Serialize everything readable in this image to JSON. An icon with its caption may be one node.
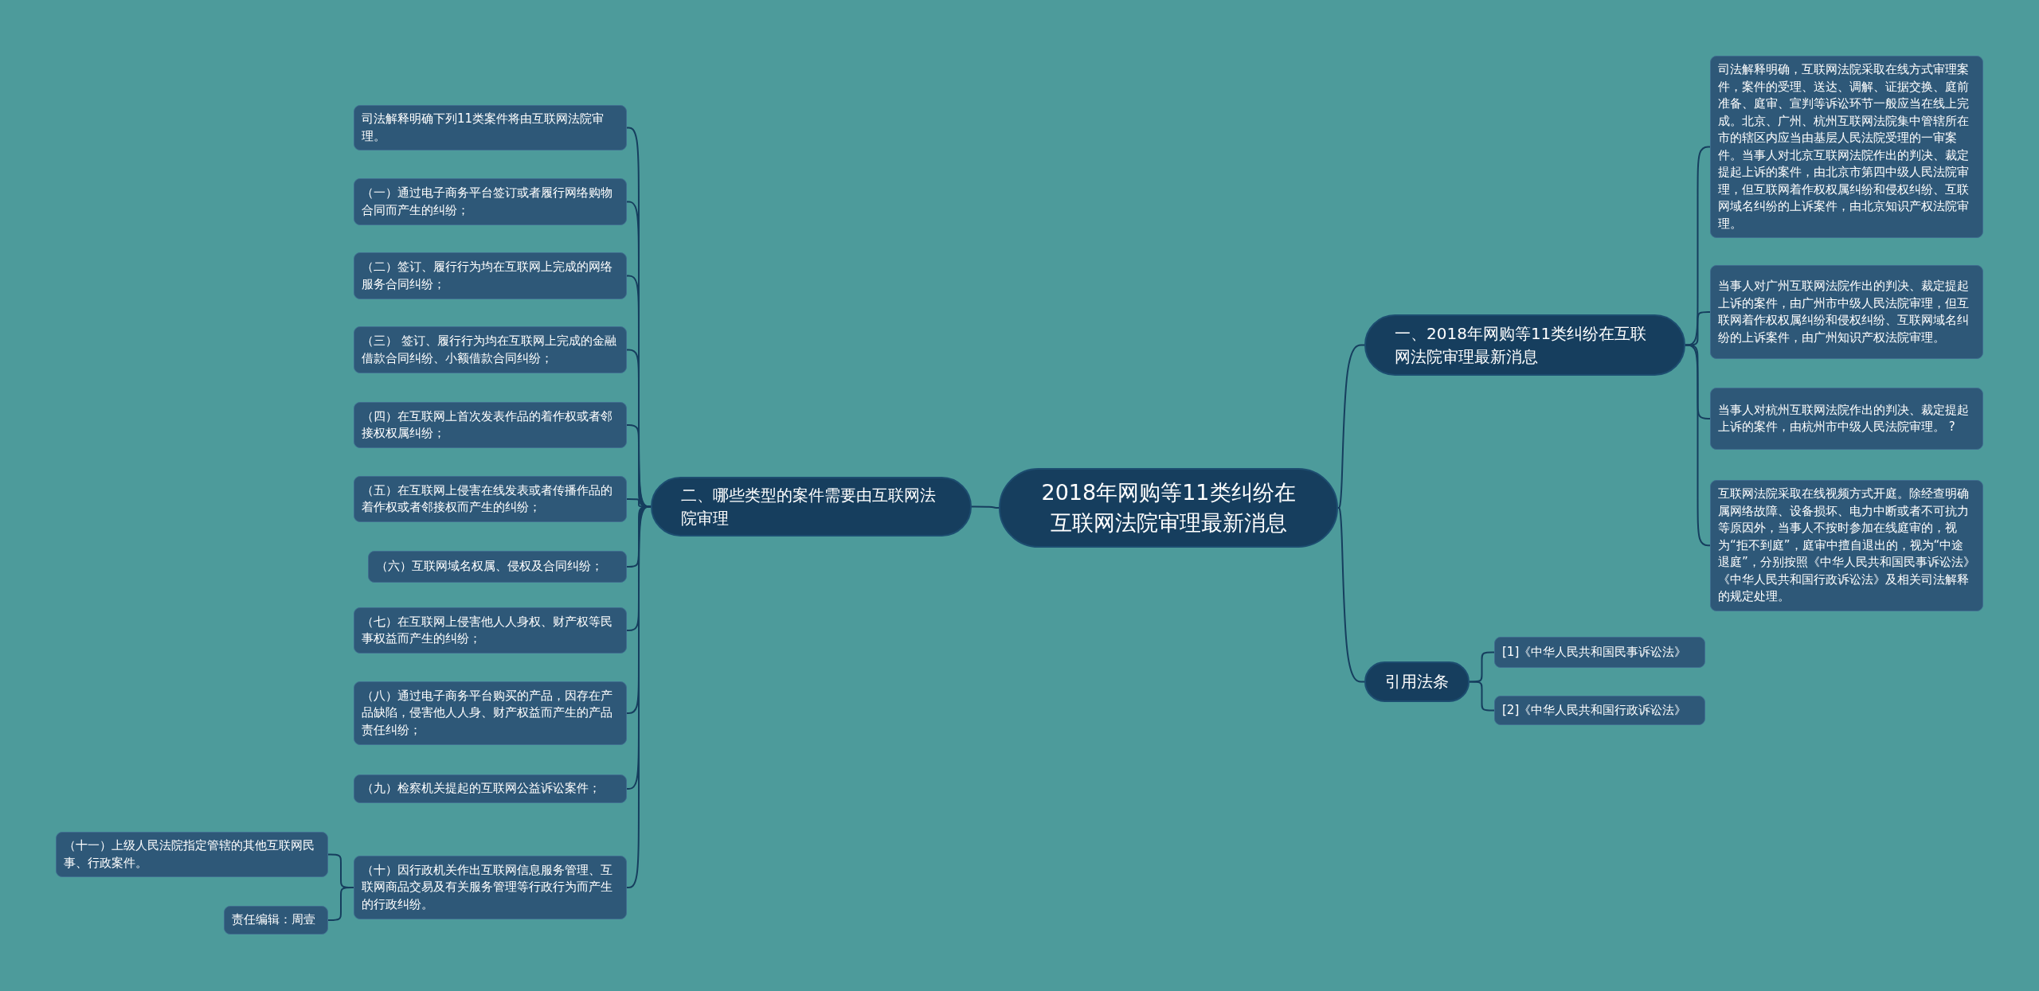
{
  "diagram": {
    "nodes": [
      {
        "text": [
          "2018年网购等11类纠纷在互联网法院审理最新消息"
        ]
      },
      {
        "text": [
          "一、2018年网购等11类纠纷在互联网法院审理最新消息"
        ]
      },
      {
        "text": [
          "司法解释明确，互联网法院采取在线方式审理案件，案件的受理、送达、调解、证据交换、庭前准备、庭审、宣判等诉讼环节一般应当在线上完成。北京、广州、杭州互联网法院集中管辖所在市的辖区内应当由基层人民法院受理的一审案件。当事人对北京互联网法院作出的判决、裁定提起上诉的案件，由北京市第四中级人民法院审理，但互联网着作权权属纠纷和侵权纠纷、互联网域名纠纷的上诉案件，由北京知识产权法院审理。"
        ]
      },
      {
        "text": [
          "当事人对广州互联网法院作出的判决、裁定提起上诉的案件，由广州市中级人民法院审理，但互联网着作权权属纠纷和侵权纠纷、互联网域名纠纷的上诉案件，由广州知识产权法院审理。"
        ]
      },
      {
        "text": [
          "当事人对杭州互联网法院作出的判决、裁定提起上诉的案件，由杭州市中级人民法院审理。 ?"
        ]
      },
      {
        "text": [
          "互联网法院采取在线视频方式开庭。除经查明确属网络故障、设备损坏、电力中断或者不可抗力等原因外，当事人不按时参加在线庭审的，视为“拒不到庭”，庭审中擅自退出的，视为“中途退庭”，分别按照《中华人民共和国民事诉讼法》《中华人民共和国行政诉讼法》及相关司法解释的规定处理。"
        ]
      },
      {
        "text": [
          "引用法条"
        ]
      },
      {
        "text": [
          "[1]《中华人民共和国民事诉讼法》"
        ]
      },
      {
        "text": [
          "[2]《中华人民共和国行政诉讼法》"
        ]
      },
      {
        "text": [
          "二、哪些类型的案件需要由互联网法院审理"
        ]
      },
      {
        "text": [
          "司法解释明确下列11类案件将由互联网法院审理。"
        ]
      },
      {
        "text": [
          "（一）通过电子商务平台签订或者履行网络购物合同而产生的纠纷；"
        ]
      },
      {
        "text": [
          "（二）签订、履行行为均在互联网上完成的网络服务合同纠纷；"
        ]
      },
      {
        "text": [
          "（三） 签订、履行行为均在互联网上完成的金融借款合同纠纷、小额借款合同纠纷；"
        ]
      },
      {
        "text": [
          "（四）在互联网上首次发表作品的着作权或者邻接权权属纠纷；"
        ]
      },
      {
        "text": [
          "（五）在互联网上侵害在线发表或者传播作品的着作权或者邻接权而产生的纠纷；"
        ]
      },
      {
        "text": [
          "（六）互联网域名权属、侵权及合同纠纷；"
        ]
      },
      {
        "text": [
          "（七）在互联网上侵害他人人身权、财产权等民事权益而产生的纠纷；"
        ]
      },
      {
        "text": [
          "（八）通过电子商务平台购买的产品，因存在产品缺陷，侵害他人人身、财产权益而产生的产品责任纠纷；"
        ]
      },
      {
        "text": [
          "（九）检察机关提起的互联网公益诉讼案件；"
        ]
      },
      {
        "text": [
          "（十）因行政机关作出互联网信息服务管理、互联网商品交易及有关服务管理等行政行为而产生的行政纠纷。"
        ]
      },
      {
        "text": [
          "（十一）上级人民法院指定管辖的其他互联网民事、行政案件。"
        ]
      },
      {
        "text": [
          "责任编辑：周壹"
        ]
      }
    ],
    "edges": [
      {
        "from": 0,
        "to": 1,
        "arrow": "none"
      },
      {
        "from": 1,
        "to": 2,
        "arrow": "none"
      },
      {
        "from": 1,
        "to": 3,
        "arrow": "none"
      },
      {
        "from": 1,
        "to": 4,
        "arrow": "none"
      },
      {
        "from": 1,
        "to": 5,
        "arrow": "none"
      },
      {
        "from": 0,
        "to": 6,
        "arrow": "none"
      },
      {
        "from": 6,
        "to": 7,
        "arrow": "none"
      },
      {
        "from": 6,
        "to": 8,
        "arrow": "none"
      },
      {
        "from": 0,
        "to": 9,
        "arrow": "none"
      },
      {
        "from": 9,
        "to": 10,
        "arrow": "none"
      },
      {
        "from": 9,
        "to": 11,
        "arrow": "none"
      },
      {
        "from": 9,
        "to": 12,
        "arrow": "none"
      },
      {
        "from": 9,
        "to": 13,
        "arrow": "none"
      },
      {
        "from": 9,
        "to": 14,
        "arrow": "none"
      },
      {
        "from": 9,
        "to": 15,
        "arrow": "none"
      },
      {
        "from": 9,
        "to": 16,
        "arrow": "none"
      },
      {
        "from": 9,
        "to": 17,
        "arrow": "none"
      },
      {
        "from": 9,
        "to": 18,
        "arrow": "none"
      },
      {
        "from": 9,
        "to": 19,
        "arrow": "none"
      },
      {
        "from": 9,
        "to": 20,
        "arrow": "none"
      },
      {
        "from": 20,
        "to": 21,
        "arrow": "none"
      },
      {
        "from": 20,
        "to": 22,
        "arrow": "none"
      }
    ]
  }
}
